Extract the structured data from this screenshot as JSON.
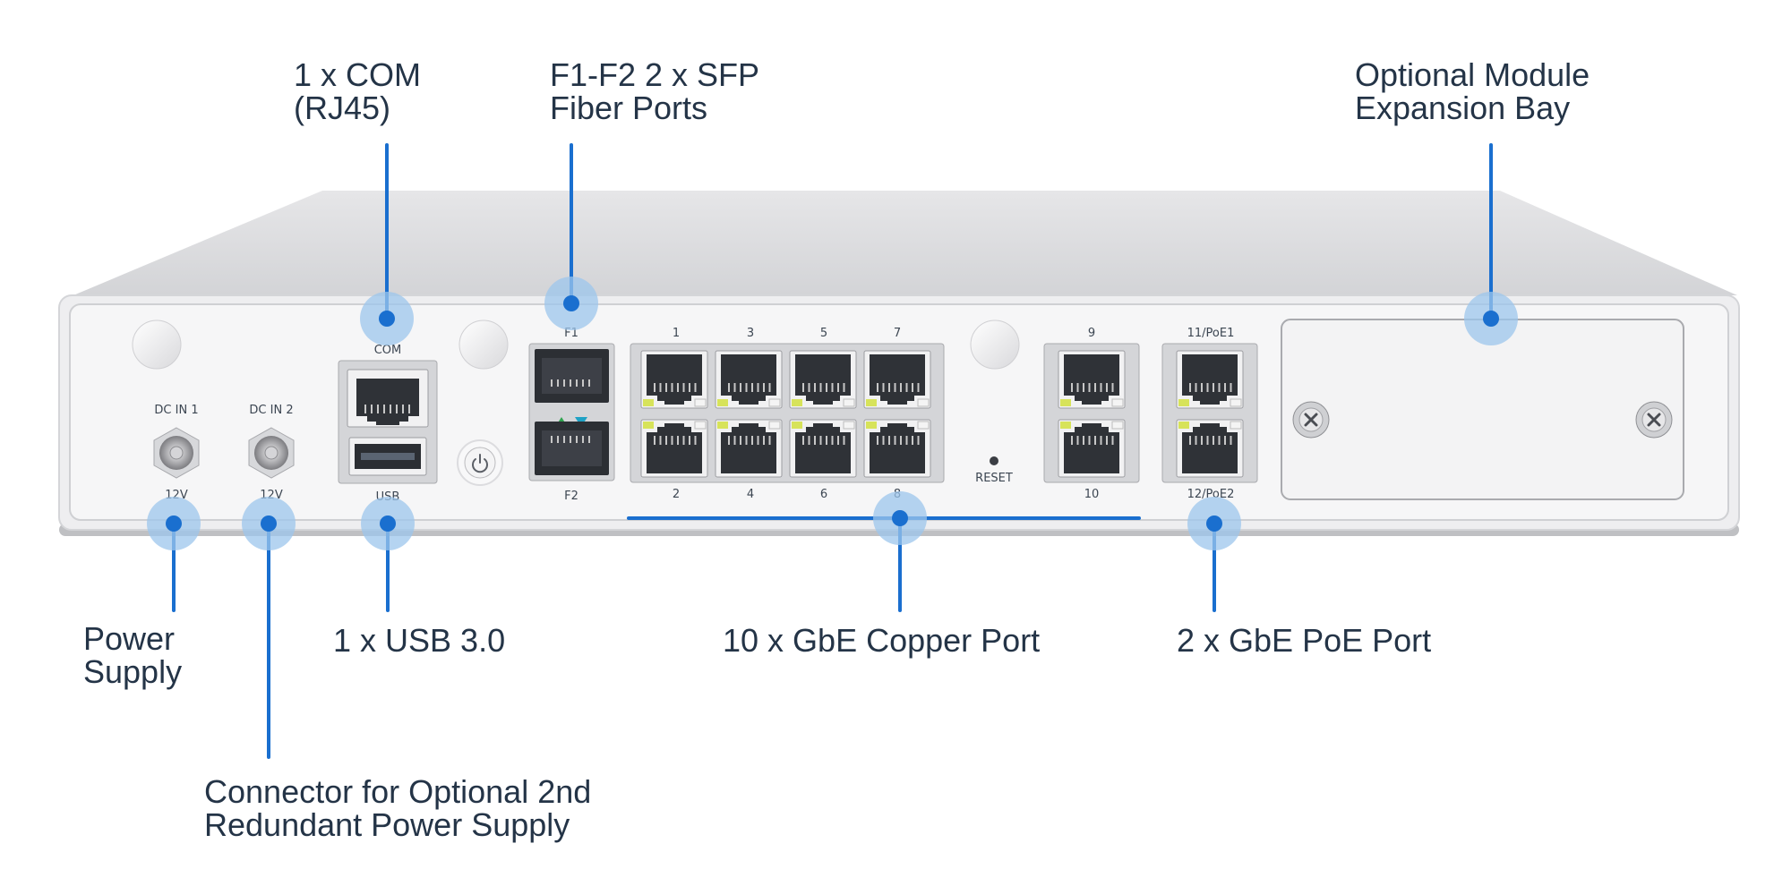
{
  "callouts": {
    "com": [
      "1 x COM",
      "(RJ45)"
    ],
    "sfp": [
      "F1-F2 2 x SFP",
      "Fiber Ports"
    ],
    "expansion": [
      "Optional Module",
      "Expansion Bay"
    ],
    "power": [
      "Power",
      "Supply"
    ],
    "usb": [
      "1 x USB 3.0"
    ],
    "copper": [
      "10 x GbE Copper Port"
    ],
    "poe": [
      "2 x GbE PoE Port"
    ],
    "redundant": [
      "Connector for Optional 2nd",
      "Redundant Power Supply"
    ]
  },
  "panel_labels": {
    "dc_in_1": "DC IN 1",
    "dc_in_2": "DC IN 2",
    "v12_a": "12V",
    "v12_b": "12V",
    "com": "COM",
    "usb": "USB",
    "f1": "F1",
    "f2": "F2",
    "reset": "RESET",
    "port_top": [
      "1",
      "3",
      "5",
      "7"
    ],
    "port_bottom": [
      "2",
      "4",
      "6",
      "8"
    ],
    "port_9": "9",
    "port_10": "10",
    "poe1": "11/PoE1",
    "poe2": "12/PoE2"
  },
  "colors": {
    "accent": "#1a6fcf",
    "halo": "#9cc6ec",
    "text": "#243447",
    "chassis": "#ececee",
    "panel": "#f5f5f6"
  }
}
